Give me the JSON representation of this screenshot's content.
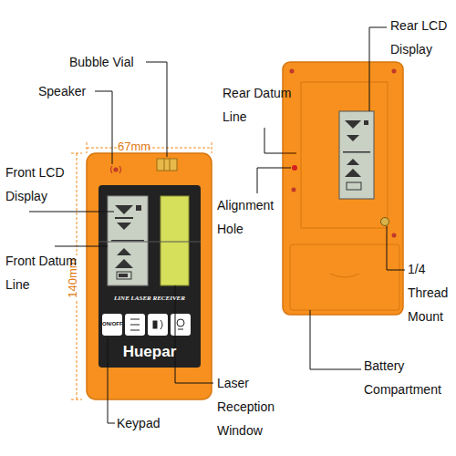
{
  "diagram": {
    "labels": [
      "Bubble Vial",
      "Speaker",
      "67mm",
      "Front LCD Display",
      "140mm",
      "Front Datum Line",
      "LINE LASER RECEIVER",
      "ON/OFF",
      "Huepar",
      "Keypad",
      "Laser Reception Window",
      "Rear LCD Display",
      "Rear Datum Line",
      "Alignment Hole",
      "1/4 Thread Mount",
      "Battery Compartment"
    ]
  }
}
